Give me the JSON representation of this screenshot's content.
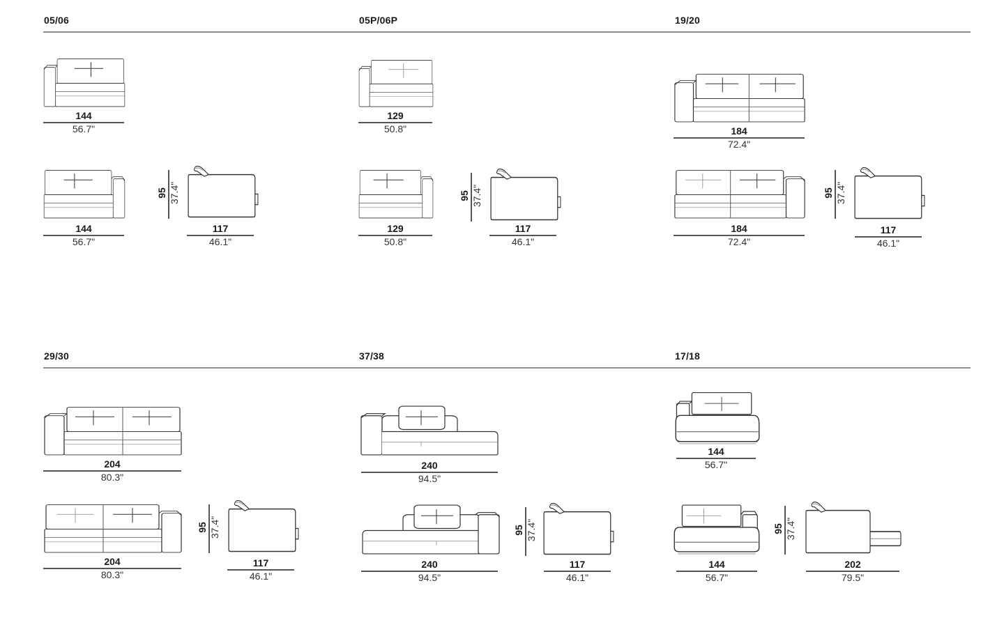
{
  "sections": [
    {
      "code": "05/06",
      "front_left": {
        "cm": "144",
        "in": "56.7\""
      },
      "front_right": {
        "cm": "144",
        "in": "56.7\""
      },
      "side": {
        "cm": "117",
        "in": "46.1\"",
        "h_cm": "95",
        "h_in": "37.4\""
      }
    },
    {
      "code": "05P/06P",
      "front_left": {
        "cm": "129",
        "in": "50.8\""
      },
      "front_right": {
        "cm": "129",
        "in": "50.8\""
      },
      "side": {
        "cm": "117",
        "in": "46.1\"",
        "h_cm": "95",
        "h_in": "37.4\""
      }
    },
    {
      "code": "19/20",
      "front_left": {
        "cm": "184",
        "in": "72.4\""
      },
      "front_right": {
        "cm": "184",
        "in": "72.4\""
      },
      "side": {
        "cm": "117",
        "in": "46.1\"",
        "h_cm": "95",
        "h_in": "37.4\""
      }
    },
    {
      "code": "29/30",
      "front_left": {
        "cm": "204",
        "in": "80.3\""
      },
      "front_right": {
        "cm": "204",
        "in": "80.3\""
      },
      "side": {
        "cm": "117",
        "in": "46.1\"",
        "h_cm": "95",
        "h_in": "37.4\""
      }
    },
    {
      "code": "37/38",
      "front_left": {
        "cm": "240",
        "in": "94.5\""
      },
      "front_right": {
        "cm": "240",
        "in": "94.5\""
      },
      "side": {
        "cm": "117",
        "in": "46.1\"",
        "h_cm": "95",
        "h_in": "37.4\""
      }
    },
    {
      "code": "17/18",
      "front_left": {
        "cm": "144",
        "in": "56.7\""
      },
      "front_right": {
        "cm": "144",
        "in": "56.7\""
      },
      "side": {
        "cm": "202",
        "in": "79.5\"",
        "h_cm": "95",
        "h_in": "37.4\""
      }
    }
  ]
}
